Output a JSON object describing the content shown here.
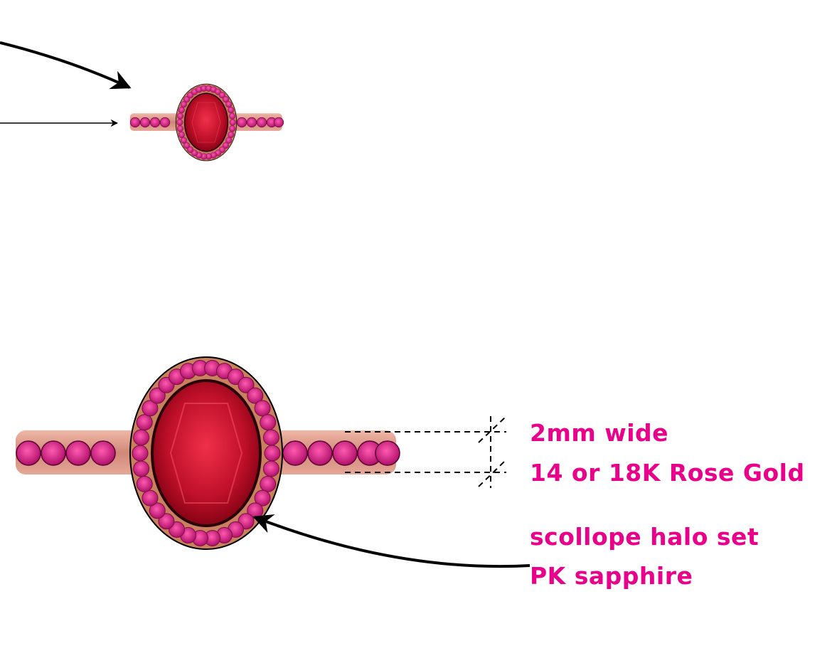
{
  "colors": {
    "annotation": "#e8008a",
    "rose_gold": "#d99a86",
    "halo_stone": "#e0208a",
    "center_stone": "#c8102e"
  },
  "annotations": {
    "width": "2mm wide",
    "metal": "14 or 18K Rose Gold",
    "setting": "scollope halo set",
    "stone": "PK sapphire"
  }
}
